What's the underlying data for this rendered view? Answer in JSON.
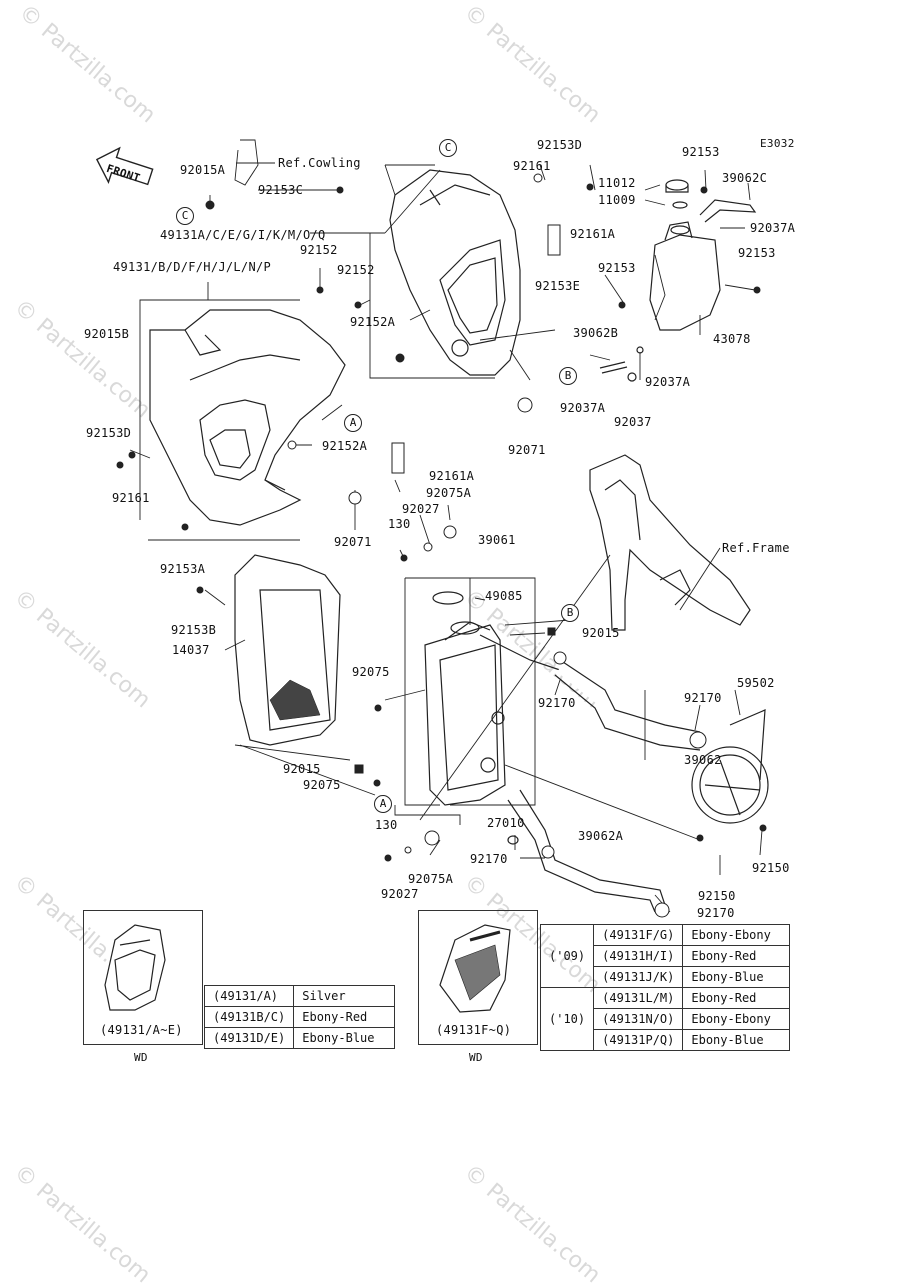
{
  "watermark": "© Partzilla.com",
  "diagram_code": "E3032",
  "front_label": "FRONT",
  "ref_labels": {
    "cowling": "Ref.Cowling",
    "frame": "Ref.Frame"
  },
  "callouts": {
    "a": "A",
    "b": "B",
    "c": "C"
  },
  "parts": {
    "p92015A": "92015A",
    "p92153C": "92153C",
    "p49131_aceg": "49131A/C/E/G/I/K/M/O/Q",
    "p49131_bdfh": "49131/B/D/F/H/J/L/N/P",
    "p92152_a": "92152",
    "p92152_b": "92152",
    "p92015B": "92015B",
    "p92152A_a": "92152A",
    "p92153D_a": "92153D",
    "p92161_a": "92161",
    "p92153D_b": "92153D",
    "p92161_b": "92161",
    "p92161A_a": "92161A",
    "p92153E": "92153E",
    "p92153_a": "92153",
    "p11012": "11012",
    "p11009": "11009",
    "p39062C": "39062C",
    "p92037A_a": "92037A",
    "p92153_b": "92153",
    "p92153_c": "92153",
    "p43078": "43078",
    "p39062B": "39062B",
    "p92037A_b": "92037A",
    "p92037A_c": "92037A",
    "p92037": "92037",
    "p92071_a": "92071",
    "p92152A_b": "92152A",
    "p92161A_b": "92161A",
    "p92075A_a": "92075A",
    "p92027_a": "92027",
    "p130_a": "130",
    "p39061": "39061",
    "p92071_b": "92071",
    "p92153A": "92153A",
    "p92153B": "92153B",
    "p14037": "14037",
    "p49085": "49085",
    "p92015_a": "92015",
    "p92075_a": "92075",
    "p92170_a": "92170",
    "p92170_b": "92170",
    "p59502": "59502",
    "p39062": "39062",
    "p92015_b": "92015",
    "p92075_b": "92075",
    "p27010": "27010",
    "p130_b": "130",
    "p39062A": "39062A",
    "p92170_c": "92170",
    "p92027_b": "92027",
    "p92075A_b": "92075A",
    "p92150_a": "92150",
    "p92150_b": "92150",
    "p92170_d": "92170"
  },
  "inset_left": {
    "caption": "(49131/A~E)",
    "region": "WD"
  },
  "inset_right": {
    "caption": "(49131F~Q)",
    "region": "WD"
  },
  "color_table_left": [
    {
      "code": "(49131/A)",
      "color": "Silver"
    },
    {
      "code": "(49131B/C)",
      "color": "Ebony-Red"
    },
    {
      "code": "(49131D/E)",
      "color": "Ebony-Blue"
    }
  ],
  "color_table_right": [
    {
      "year": "('09)",
      "code": "(49131F/G)",
      "color": "Ebony-Ebony"
    },
    {
      "year": "",
      "code": "(49131H/I)",
      "color": "Ebony-Red"
    },
    {
      "year": "",
      "code": "(49131J/K)",
      "color": "Ebony-Blue"
    },
    {
      "year": "('10)",
      "code": "(49131L/M)",
      "color": "Ebony-Red"
    },
    {
      "year": "",
      "code": "(49131N/O)",
      "color": "Ebony-Ebony"
    },
    {
      "year": "",
      "code": "(49131P/Q)",
      "color": "Ebony-Blue"
    }
  ]
}
